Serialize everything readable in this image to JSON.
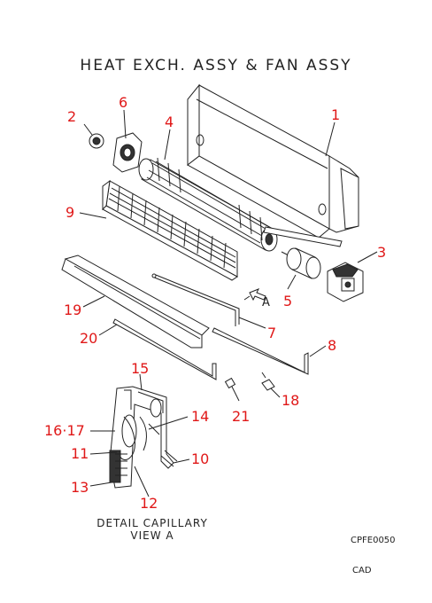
{
  "title": "HEAT EXCH. ASSY & FAN ASSY",
  "callouts": {
    "c1": "1",
    "c2": "2",
    "c3": "3",
    "c4": "4",
    "c5": "5",
    "c6": "6",
    "c7": "7",
    "c8": "8",
    "c9": "9",
    "c10": "10",
    "c11": "11",
    "c12": "12",
    "c13": "13",
    "c14": "14",
    "c15": "15",
    "c16_17": "16·17",
    "c18": "18",
    "c19": "19",
    "c20": "20",
    "c21": "21"
  },
  "view_arrow_label": "A",
  "detail_caption_line1": "DETAIL CAPILLARY",
  "detail_caption_line2": "VIEW A",
  "drawing_code": "CPFE0050",
  "cad_label": "CAD",
  "colors": {
    "callout": "#e01818",
    "line": "#222222"
  }
}
